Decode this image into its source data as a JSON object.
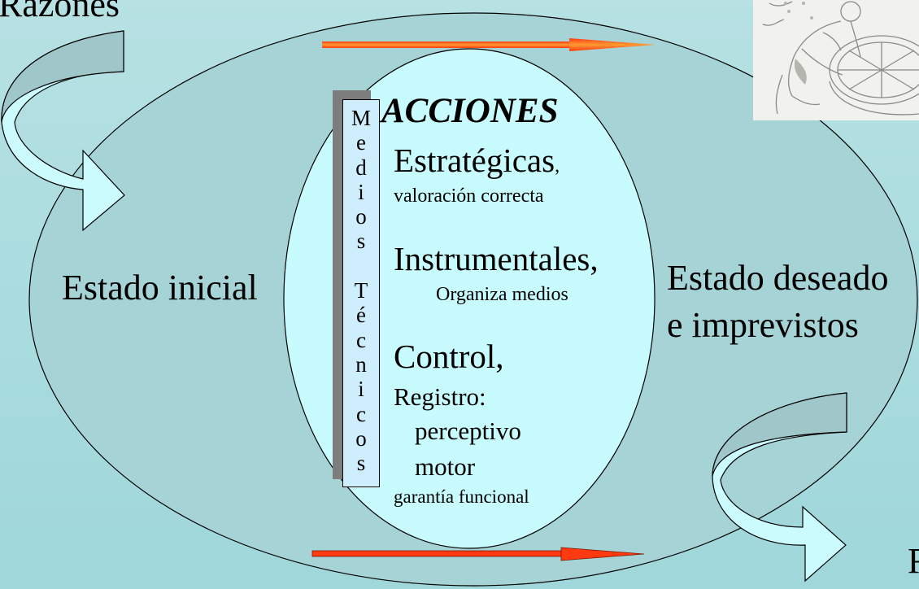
{
  "top_left_label": "Razones",
  "bottom_right_label": "R",
  "left_state": "Estado inicial",
  "right_state": {
    "line1": "Estado deseado",
    "line2": "e imprevistos"
  },
  "center": {
    "title": "ACCIONES",
    "strategic": {
      "heading": "Estratégicas",
      "comma": ",",
      "note": "valoración correcta"
    },
    "instrumental": {
      "heading": "Instrumentales,",
      "note": "Organiza medios"
    },
    "control": {
      "heading": "Control,",
      "registro": "Registro:",
      "perceptivo": "perceptivo",
      "motor": "motor",
      "note": "garantía funcional"
    }
  },
  "vertical_label": "Medios Técnicos",
  "vertical_letters": [
    "M",
    "e",
    "d",
    "i",
    "o",
    "s",
    "",
    "T",
    "é",
    "c",
    "n",
    "i",
    "c",
    "o",
    "s"
  ],
  "colors": {
    "background": "#a9dcdf",
    "outer_ellipse": "#a2d0d3",
    "inner_ellipse": "#c8fbfd",
    "arrow_red": "#ff2a00",
    "arrow_orange": "#ff9933",
    "curved_arrow": "#cbfbfd",
    "curved_arrow_shade": "#9fc7c9",
    "vertical_box": "#cfeefd"
  },
  "image": {
    "description_icon": "worker-at-grindstone-illustration"
  }
}
